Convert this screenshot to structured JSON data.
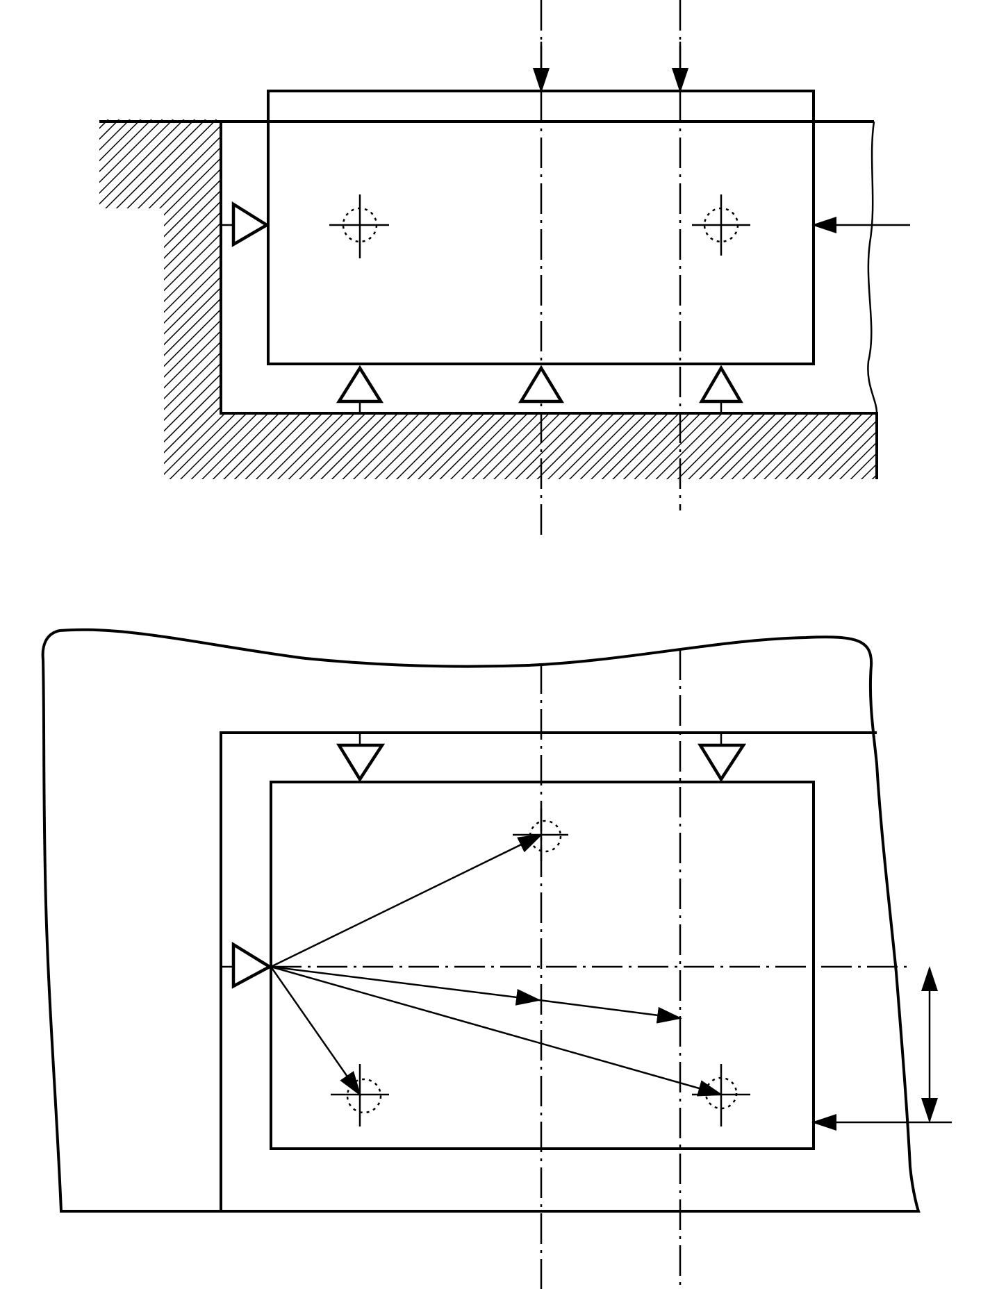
{
  "figure": {
    "views": [
      {
        "id": "elevation-view",
        "type": "sectional elevation of fixture with workpiece"
      },
      {
        "id": "plan-view",
        "type": "plan view of fixture with workpiece"
      }
    ],
    "symbols": {
      "locating_support": "open-triangle",
      "clamping_force": "arrow",
      "hole_center": "crosshair-with-dotted-circle",
      "center_line": "dash-dot"
    },
    "colors": {
      "line": "#000000",
      "background": "#ffffff"
    }
  }
}
